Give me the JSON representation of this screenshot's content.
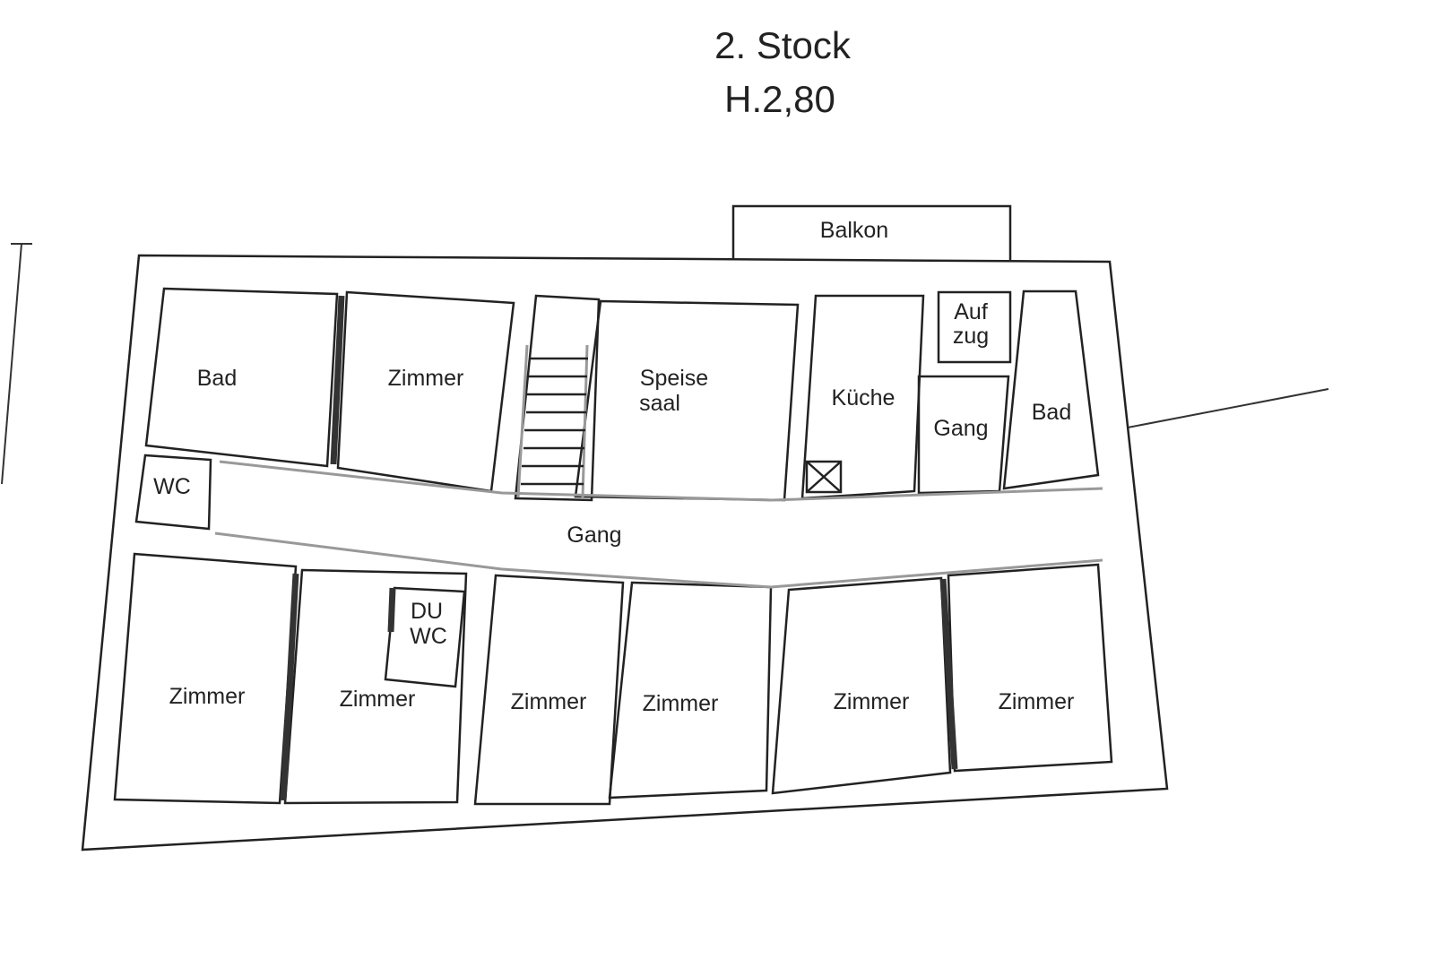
{
  "header": {
    "floor": "2. Stock",
    "height": "H.2,80"
  },
  "rooms": {
    "balkon": "Balkon",
    "bad_left": "Bad",
    "zimmer_top": "Zimmer",
    "speisesaal_1": "Speise",
    "speisesaal_2": "saal",
    "kueche": "Küche",
    "aufzug_1": "Auf",
    "aufzug_2": "zug",
    "gang_right": "Gang",
    "bad_right": "Bad",
    "wc": "WC",
    "gang_main": "Gang",
    "du": "DU",
    "duwc": "WC",
    "zimmer_bottom": [
      "Zimmer",
      "Zimmer",
      "Zimmer",
      "Zimmer",
      "Zimmer",
      "Zimmer"
    ]
  }
}
